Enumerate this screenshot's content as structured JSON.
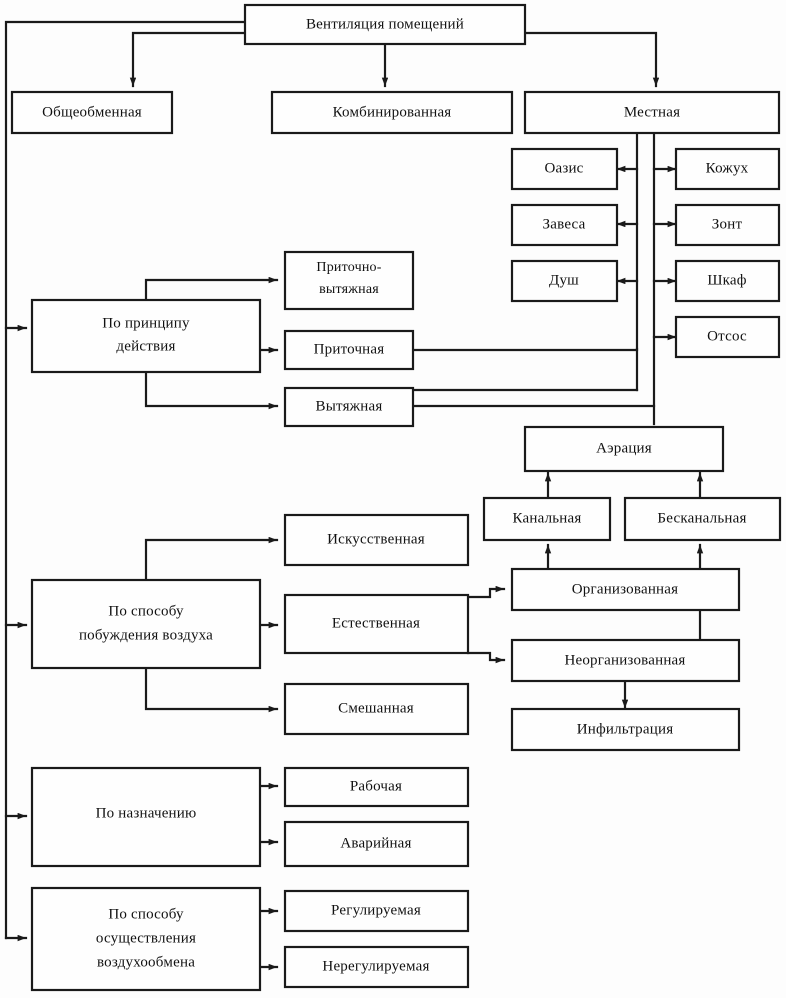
{
  "diagram": {
    "title": "Вентиляция помещений",
    "root": {
      "id": "root",
      "label": "Вентиляция помещений"
    },
    "level2": [
      {
        "id": "obshcheobmennaya",
        "label": "Общеобменная"
      },
      {
        "id": "kombinirovannaya",
        "label": "Комбинированная"
      },
      {
        "id": "mestnaya",
        "label": "Местная"
      }
    ],
    "local_left": [
      {
        "id": "oazis",
        "label": "Оазис"
      },
      {
        "id": "zavesa",
        "label": "Завеса"
      },
      {
        "id": "dush",
        "label": "Душ"
      }
    ],
    "local_right": [
      {
        "id": "kozhukh",
        "label": "Кожух"
      },
      {
        "id": "zont",
        "label": "Зонт"
      },
      {
        "id": "shkaf",
        "label": "Шкаф"
      },
      {
        "id": "otsos",
        "label": "Отсос"
      }
    ],
    "categories": [
      {
        "id": "po-principu-deystviya",
        "label_lines": [
          "По принципу",
          "действия"
        ],
        "children": [
          {
            "id": "pritochno-vytyazhnaya",
            "label_lines": [
              "Приточно-",
              "вытяжная"
            ]
          },
          {
            "id": "pritochnaya",
            "label_lines": [
              "Приточная"
            ]
          },
          {
            "id": "vytyazhnaya",
            "label_lines": [
              "Вытяжная"
            ]
          }
        ]
      },
      {
        "id": "po-sposobu-pobuzhdeniya-vozdukha",
        "label_lines": [
          "По способу",
          "побуждения воздуха"
        ],
        "children": [
          {
            "id": "iskusstvennaya",
            "label_lines": [
              "Искусственная"
            ]
          },
          {
            "id": "estestvennaya",
            "label_lines": [
              "Естественная"
            ]
          },
          {
            "id": "smeshannaya",
            "label_lines": [
              "Смешанная"
            ]
          }
        ]
      },
      {
        "id": "po-naznacheniyu",
        "label_lines": [
          "По назначению"
        ],
        "children": [
          {
            "id": "rabochaya",
            "label_lines": [
              "Рабочая"
            ]
          },
          {
            "id": "avariynaya",
            "label_lines": [
              "Аварийная"
            ]
          }
        ]
      },
      {
        "id": "po-sposobu-osushchestvleniya-vozdukhoobmena",
        "label_lines": [
          "По способу",
          "осуществления",
          "воздухообмена"
        ],
        "children": [
          {
            "id": "reguliruemaya",
            "label_lines": [
              "Регулируемая"
            ]
          },
          {
            "id": "nereguliruemaya",
            "label_lines": [
              "Нерегулируемая"
            ]
          }
        ]
      }
    ],
    "natural_branch": [
      {
        "id": "aeratsiya",
        "label": "Аэрация"
      },
      {
        "id": "kanalnaya",
        "label": "Канальная"
      },
      {
        "id": "beskanalnaya",
        "label": "Бесканальная"
      },
      {
        "id": "organizovannaya",
        "label": "Организованная"
      },
      {
        "id": "neorganizovannaya",
        "label": "Неорганизованная"
      },
      {
        "id": "infiltratsiya",
        "label": "Инфильтрация"
      }
    ],
    "colors": {
      "box_fill": "#fefefe",
      "stroke": "#1a1a1a",
      "text": "#111111",
      "background": "#fdfdfd"
    }
  }
}
